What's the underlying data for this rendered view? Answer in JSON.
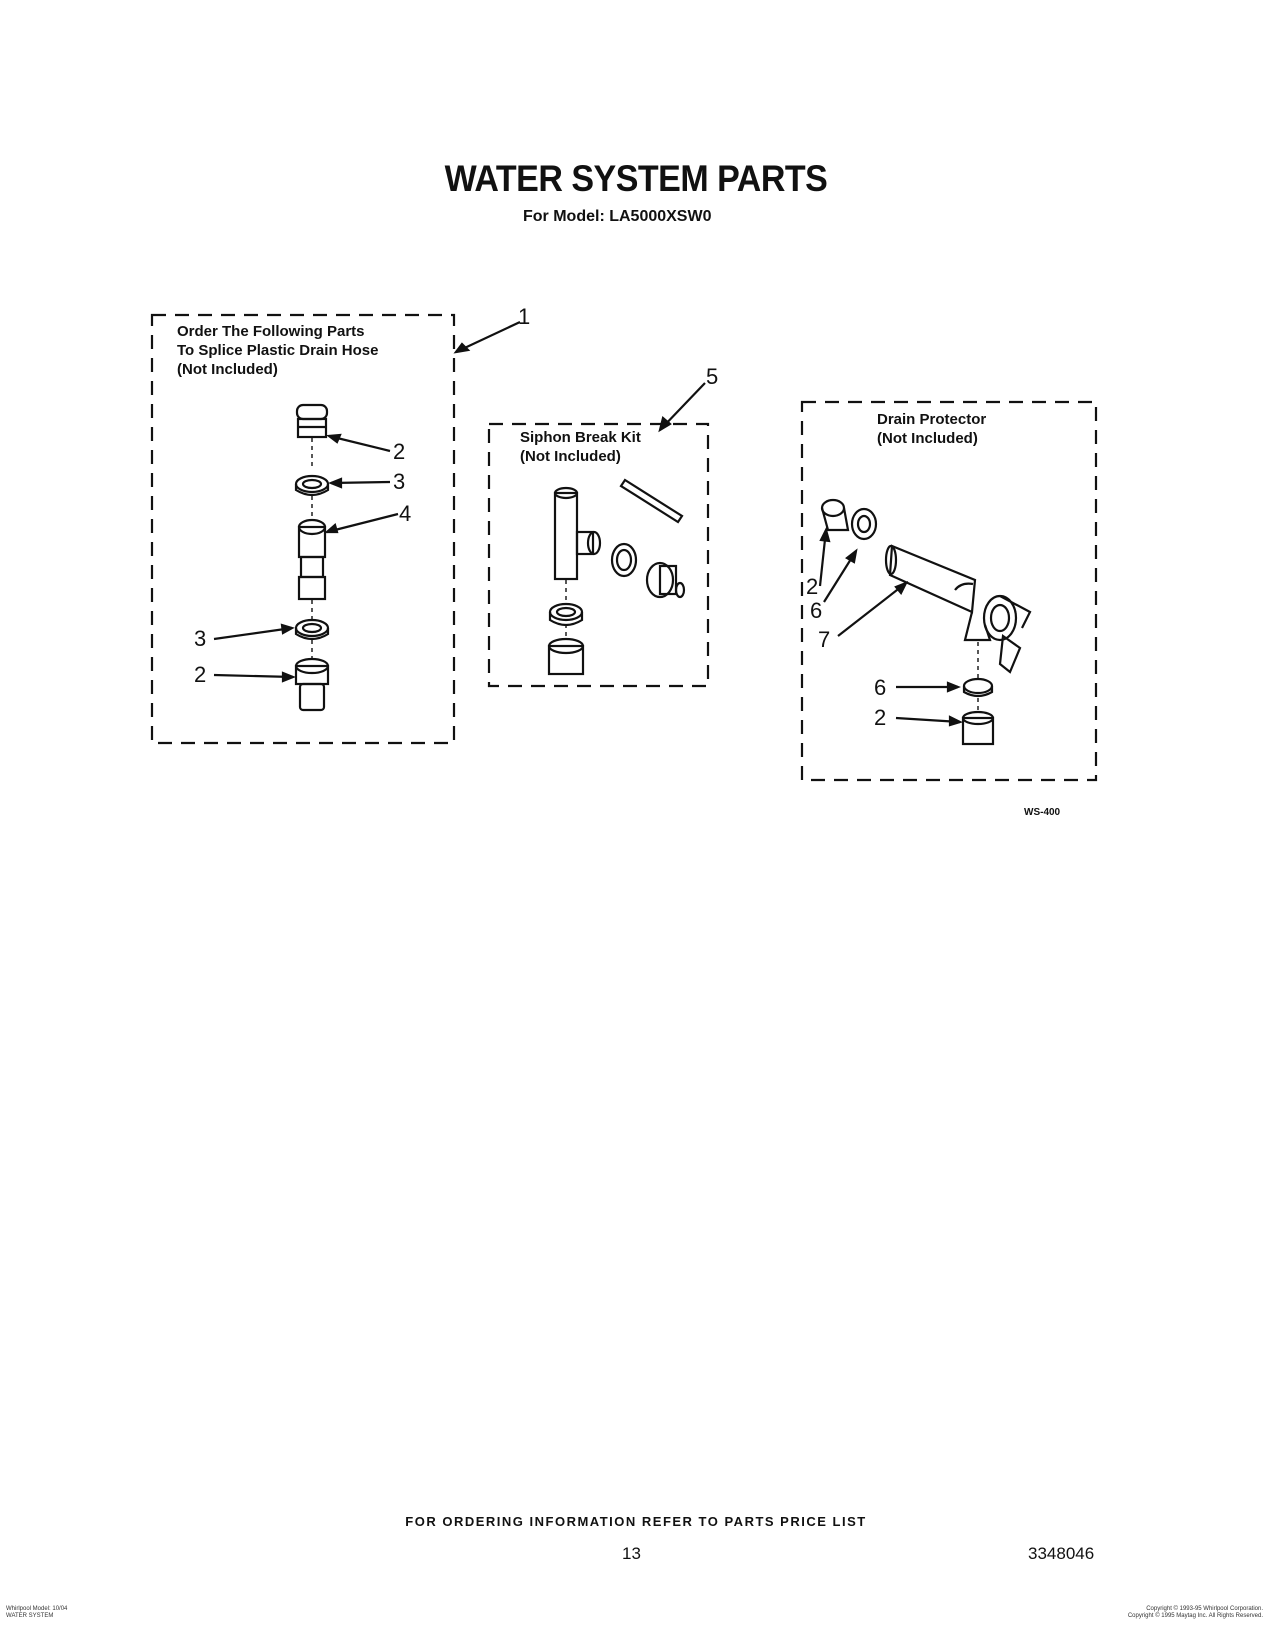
{
  "header": {
    "title": "WATER SYSTEM PARTS",
    "subtitle": "For Model: LA5000XSW0"
  },
  "boxes": {
    "splice": {
      "line1": "Order The Following Parts",
      "line2": "To Splice Plastic Drain Hose",
      "line3": "(Not Included)"
    },
    "siphon": {
      "line1": "Siphon Break Kit",
      "line2": "(Not Included)"
    },
    "drain": {
      "line1": "Drain Protector",
      "line2": "(Not Included)"
    }
  },
  "callouts": {
    "c1": "1",
    "c5": "5",
    "splice_c2_top": "2",
    "splice_c3_top": "3",
    "splice_c4": "4",
    "splice_c3_bottom": "3",
    "splice_c2_bottom": "2",
    "drain_c2_top": "2",
    "drain_c6_top": "6",
    "drain_c7": "7",
    "drain_c6_bottom": "6",
    "drain_c2_bottom": "2"
  },
  "figure_ref": "WS-400",
  "footer": {
    "note": "FOR ORDERING INFORMATION REFER TO PARTS PRICE LIST",
    "page": "13",
    "doc_number": "3348046",
    "left_line1": "Whirlpool Model: 10/04",
    "left_line2": "WATER SYSTEM",
    "right_line1": "Copyright © 1993-95 Whirlpool Corporation.",
    "right_line2": "Copyright © 1995 Maytag Inc. All Rights Reserved."
  }
}
